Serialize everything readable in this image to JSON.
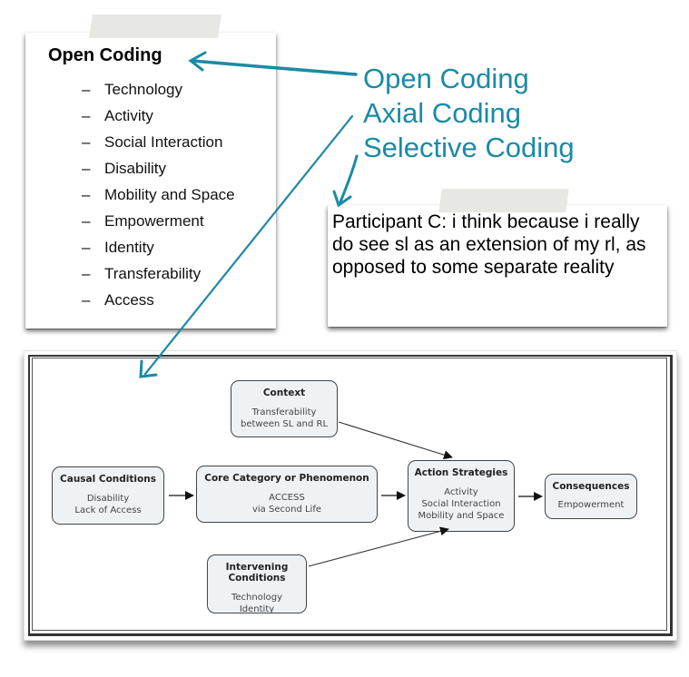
{
  "open_coding_card": {
    "title": "Open Coding",
    "items": [
      "Technology",
      "Activity",
      "Social Interaction",
      "Disability",
      "Mobility and Space",
      "Empowerment",
      "Identity",
      "Transferability",
      "Access"
    ],
    "dash": "–"
  },
  "coding_labels": [
    "Open Coding",
    "Axial Coding",
    "Selective Coding"
  ],
  "quote_card": {
    "text": "Participant C: i think because i really do see sl as an extension of my rl, as opposed to some separate reality"
  },
  "paradigm_diagram": {
    "nodes": {
      "context": {
        "title": "Context",
        "lines": [
          "Transferability",
          "between SL and RL"
        ]
      },
      "causal": {
        "title": "Causal Conditions",
        "lines": [
          "Disability",
          "Lack of Access"
        ]
      },
      "core": {
        "title": "Core Category or Phenomenon",
        "lines": [
          "ACCESS",
          "via Second Life"
        ]
      },
      "action": {
        "title": "Action Strategies",
        "lines": [
          "Activity",
          "Social Interaction",
          "Mobility and Space"
        ]
      },
      "consequences": {
        "title": "Consequences",
        "lines": [
          "Empowerment"
        ]
      },
      "intervening": {
        "title": "Intervening Conditions",
        "lines": [
          "Technology",
          "Identity"
        ]
      }
    },
    "edges": [
      {
        "from": "causal",
        "to": "core"
      },
      {
        "from": "core",
        "to": "action"
      },
      {
        "from": "action",
        "to": "consequences"
      },
      {
        "from": "context",
        "to": "action"
      },
      {
        "from": "intervening",
        "to": "action"
      }
    ]
  },
  "colors": {
    "accent": "#1b8aa5",
    "node_fill": "#eef2f5",
    "node_border": "#444444"
  }
}
